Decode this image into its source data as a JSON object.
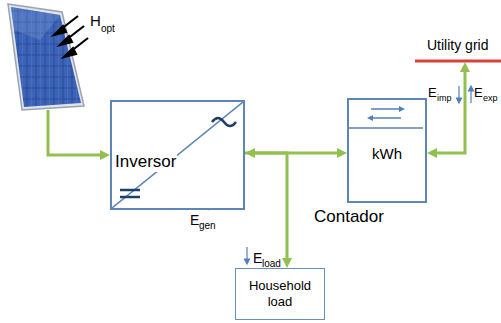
{
  "diagram": {
    "nodes": [
      {
        "text": [
          "Inversor"
        ]
      },
      {
        "text": [
          "kWh",
          "Contador"
        ]
      },
      {
        "text": [
          "Household load"
        ]
      },
      {
        "text": [
          "Utility grid"
        ]
      }
    ],
    "edges": [
      {
        "from": 0,
        "to": 1,
        "arrow": "both"
      },
      {
        "from": 0,
        "to": 2,
        "arrow": "to"
      },
      {
        "from": 1,
        "to": 3,
        "arrow": "both"
      }
    ],
    "labels": [
      "H",
      "opt",
      "E",
      "gen",
      "E",
      "load",
      "E",
      "imp",
      "E",
      "exp"
    ]
  }
}
